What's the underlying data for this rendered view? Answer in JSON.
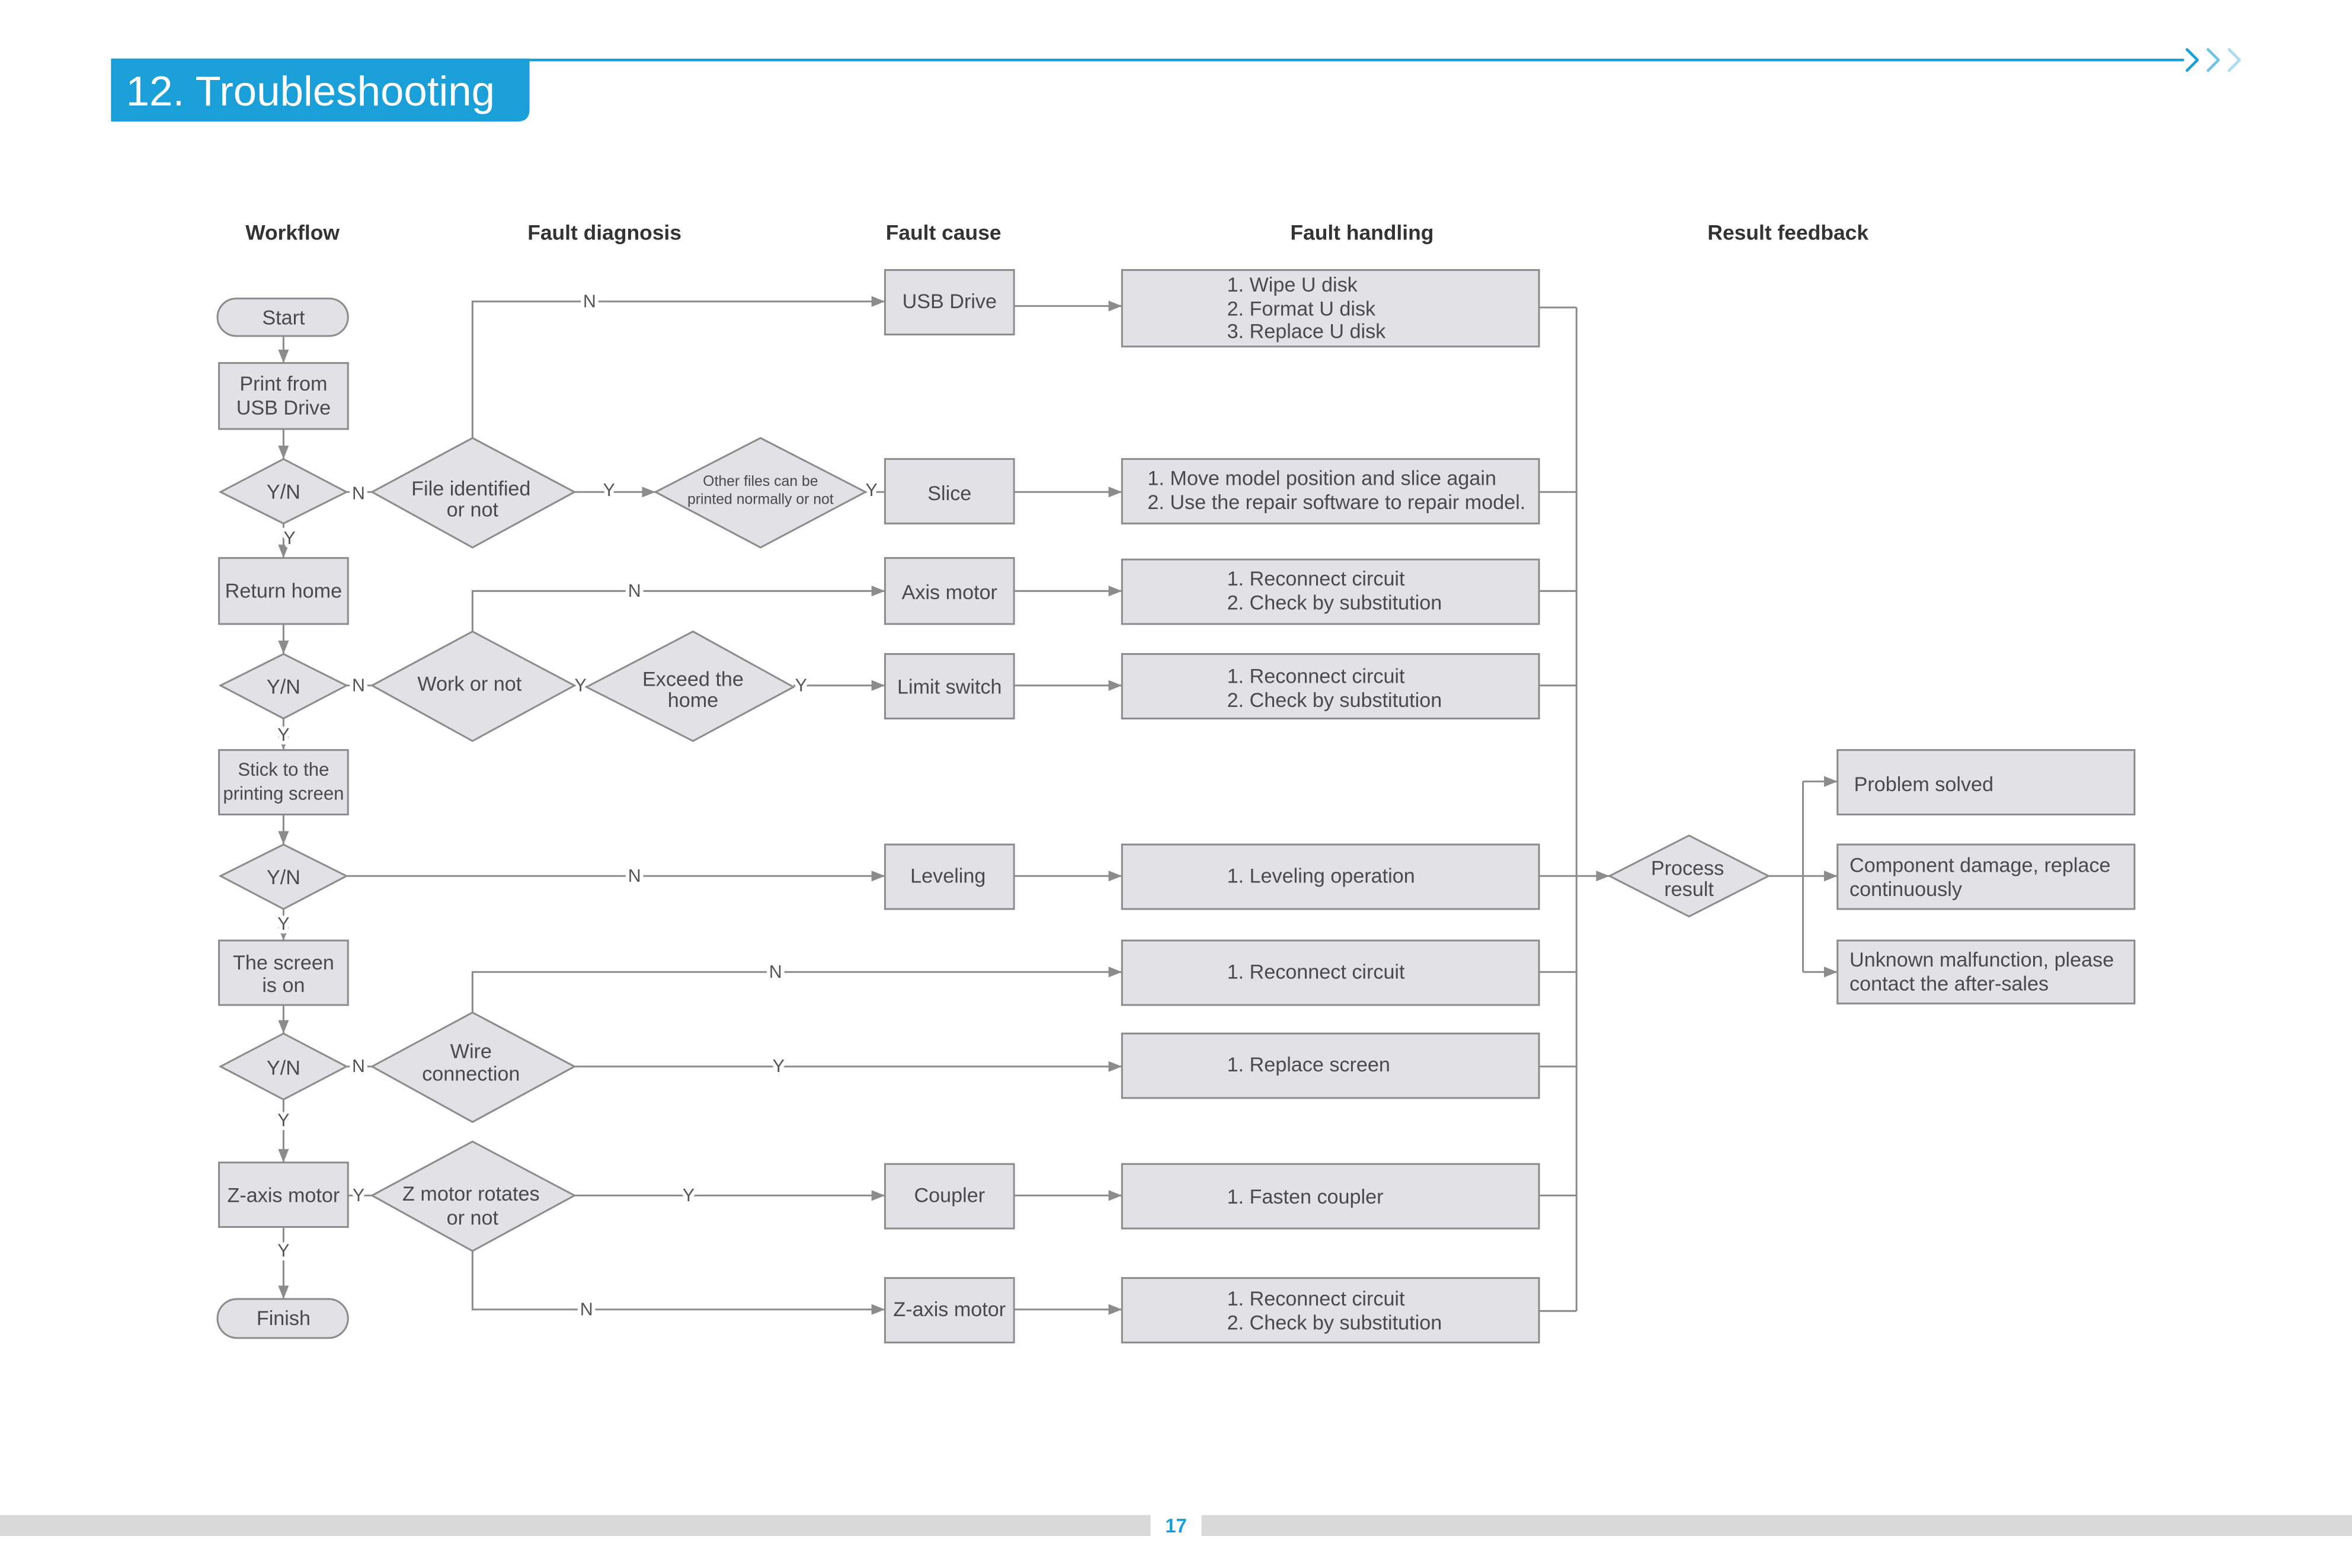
{
  "header": {
    "title": "12. Troubleshooting"
  },
  "columns": {
    "workflow": "Workflow",
    "diagnosis": "Fault diagnosis",
    "cause": "Fault cause",
    "handling": "Fault handling",
    "result": "Result feedback"
  },
  "workflow": {
    "start": "Start",
    "print_from_usb": [
      "Print from",
      "USB Drive"
    ],
    "decision": "Y/N",
    "return_home": "Return home",
    "stick_screen": [
      "Stick to the",
      "printing screen"
    ],
    "screen_on": [
      "The screen",
      "is on"
    ],
    "z_axis_motor": "Z-axis motor",
    "finish": "Finish"
  },
  "diagnosis": {
    "file_identified": [
      "File identified",
      "or not"
    ],
    "other_files": [
      "Other files can be",
      "printed normally or not"
    ],
    "work_or_not": "Work or not",
    "exceed_home": [
      "Exceed the",
      "home"
    ],
    "wire_connection": [
      "Wire",
      "connection"
    ],
    "z_motor_rotates": [
      "Z motor rotates",
      "or not"
    ]
  },
  "causes": {
    "usb_drive": "USB Drive",
    "slice": "Slice",
    "axis_motor": "Axis motor",
    "limit_switch": "Limit switch",
    "leveling": "Leveling",
    "coupler": "Coupler",
    "z_axis_motor": "Z-axis motor"
  },
  "handling": {
    "usb": [
      "1. Wipe U disk",
      "2. Format U disk",
      "3. Replace U disk"
    ],
    "slice": [
      "1. Move model position and slice again",
      "2. Use the repair software to repair model."
    ],
    "axis_motor": [
      "1. Reconnect circuit",
      "2. Check by substitution"
    ],
    "limit_switch": [
      "1. Reconnect circuit",
      "2. Check by substitution"
    ],
    "leveling": [
      "1. Leveling operation"
    ],
    "wire_no": [
      "1. Reconnect circuit"
    ],
    "wire_yes": [
      "1. Replace screen"
    ],
    "coupler": [
      "1. Fasten coupler"
    ],
    "z_axis_motor": [
      "1. Reconnect circuit",
      "2. Check by substitution"
    ]
  },
  "process_result": [
    "Process",
    "result"
  ],
  "results": [
    [
      "Problem solved"
    ],
    [
      "Component damage, replace",
      "continuously"
    ],
    [
      "Unknown malfunction, please",
      "contact the after-sales"
    ]
  ],
  "edge_labels": {
    "yes": "Y",
    "no": "N"
  },
  "footer": {
    "page_number": "17"
  },
  "colors": {
    "accent": "#1a9fd9",
    "accent_light": "#6cc4ea",
    "accent_lighter": "#a9dcf3",
    "node_fill": "#e1e1e6",
    "line": "#8c8c8c",
    "text": "#4a4a4a",
    "footer_bar": "#d9d9d9"
  }
}
